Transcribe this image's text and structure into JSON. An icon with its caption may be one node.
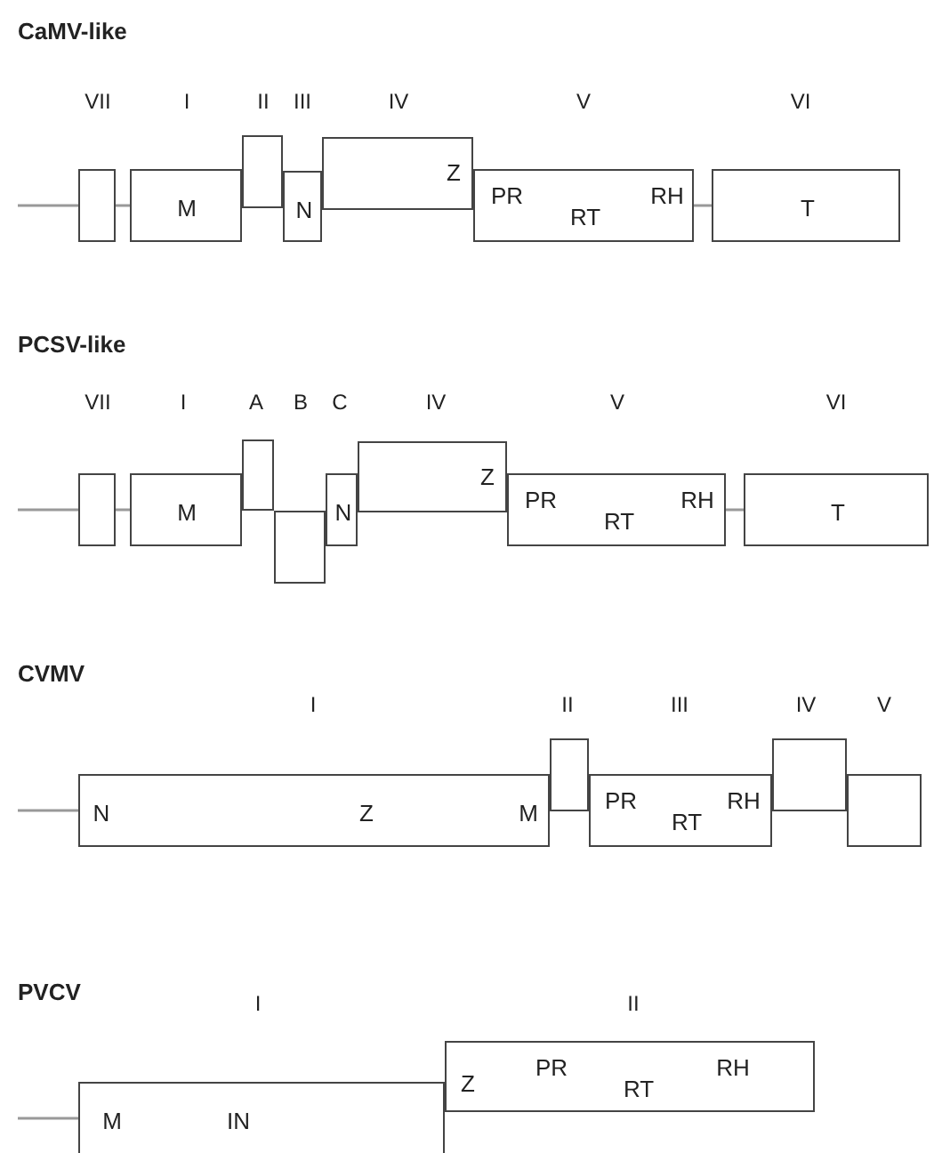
{
  "diagram": {
    "nodes": [
      {
        "text": [],
        "shape": "box"
      },
      {
        "text": [
          "M"
        ]
      },
      {
        "text": [],
        "shape": "box"
      },
      {
        "text": [
          "N"
        ]
      },
      {
        "text": [
          "Z"
        ]
      },
      {
        "text": [
          "PR",
          "RT",
          "RH"
        ]
      },
      {
        "text": [
          "T"
        ]
      },
      {
        "text": [],
        "shape": "box"
      },
      {
        "text": [
          "M"
        ]
      },
      {
        "text": [],
        "shape": "box"
      },
      {
        "text": [],
        "shape": "box"
      },
      {
        "text": [
          "N"
        ]
      },
      {
        "text": [
          "Z"
        ]
      },
      {
        "text": [
          "PR",
          "RT",
          "RH"
        ]
      },
      {
        "text": [
          "T"
        ]
      },
      {
        "text": [
          "N",
          "Z",
          "M"
        ]
      },
      {
        "text": [],
        "shape": "box"
      },
      {
        "text": [
          "PR",
          "RT",
          "RH"
        ]
      },
      {
        "text": [],
        "shape": "box"
      },
      {
        "text": [],
        "shape": "box"
      },
      {
        "text": [
          "M",
          "IN"
        ]
      },
      {
        "text": [
          "Z",
          "PR",
          "RT",
          "RH"
        ]
      }
    ],
    "edges": [
      {
        "from": null,
        "to": 0,
        "arrow": "none"
      },
      {
        "from": 0,
        "to": 1,
        "arrow": "none"
      },
      {
        "from": 5,
        "to": 6,
        "arrow": "none"
      },
      {
        "from": null,
        "to": 7,
        "arrow": "none"
      },
      {
        "from": 7,
        "to": 8,
        "arrow": "none"
      },
      {
        "from": 13,
        "to": 14,
        "arrow": "none"
      },
      {
        "from": null,
        "to": 15,
        "arrow": "none"
      },
      {
        "from": null,
        "to": 20,
        "arrow": "none"
      }
    ],
    "labels": [
      "CaMV-like",
      "VII",
      "I",
      "II",
      "III",
      "IV",
      "V",
      "VI",
      "PCSV-like",
      "VII",
      "I",
      "A",
      "B",
      "C",
      "IV",
      "V",
      "VI",
      "CVMV",
      "I",
      "II",
      "III",
      "IV",
      "V",
      "PVCV",
      "I",
      "II"
    ]
  }
}
